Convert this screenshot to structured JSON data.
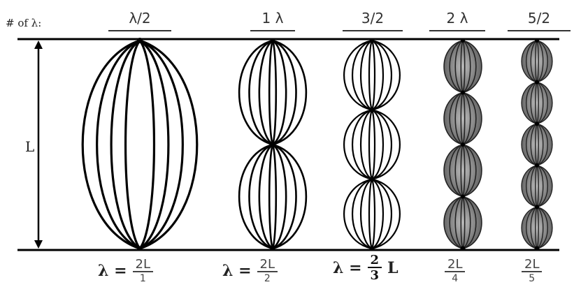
{
  "header": {
    "prefix": "# of λ:"
  },
  "length_label": "L",
  "columns": [
    {
      "count_label": "λ/2",
      "loops": 1,
      "formula": {
        "lhs": "λ =",
        "num": "2L",
        "den": "1",
        "bold": false
      }
    },
    {
      "count_label": "1 λ",
      "loops": 2,
      "formula": {
        "lhs": "λ =",
        "num": "2L",
        "den": "2",
        "bold": false
      }
    },
    {
      "count_label": "3/2",
      "loops": 3,
      "formula": {
        "lhs": "λ =",
        "num": "2",
        "den": "3",
        "suffix": "L",
        "bold": true
      }
    },
    {
      "count_label": "2 λ",
      "loops": 4,
      "formula": {
        "lhs": "",
        "num": "2L",
        "den": "4",
        "bold": false
      }
    },
    {
      "count_label": "5/2",
      "loops": 5,
      "formula": {
        "lhs": "",
        "num": "2L",
        "den": "5",
        "bold": false
      }
    }
  ],
  "colors": {
    "line": "#000000",
    "shade_light": "#bdbdbd",
    "shade_dark": "#555555"
  }
}
